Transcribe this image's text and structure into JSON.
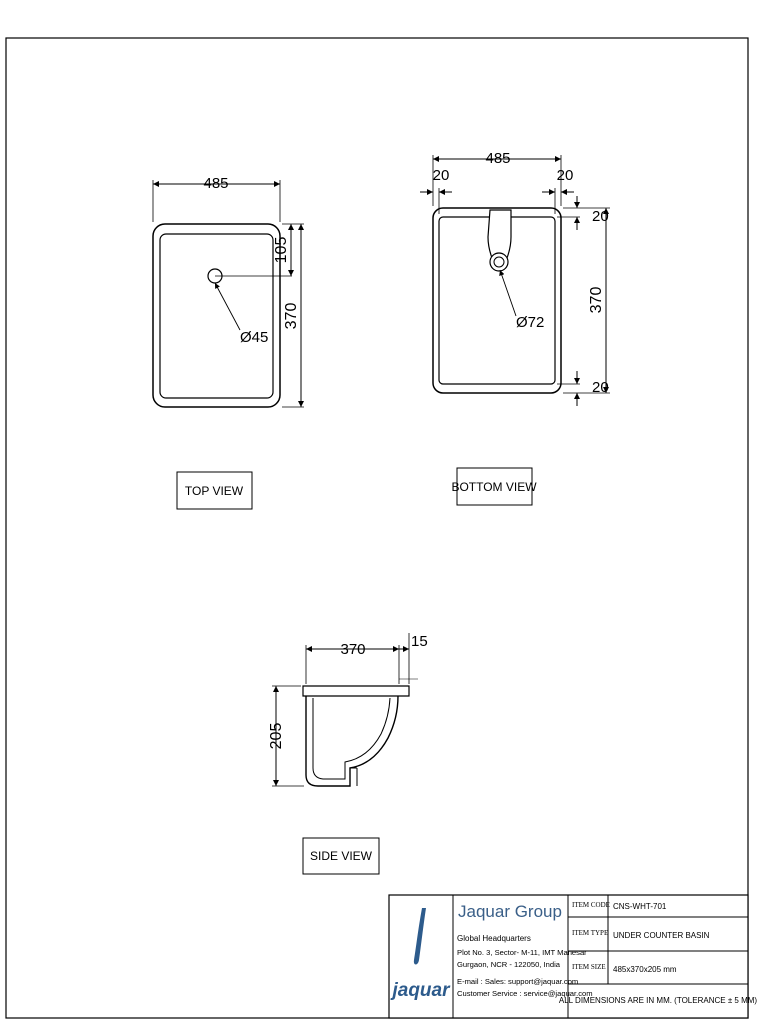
{
  "views": {
    "top": {
      "label": "TOP VIEW",
      "width_dim": "485",
      "depth_dim": "370",
      "offset_dim": "105",
      "hole_dim": "Ø45"
    },
    "bottom": {
      "label": "BOTTOM VIEW",
      "width_dim": "485",
      "depth_dim": "370",
      "left_margin_dim": "20",
      "right_margin_dim": "20",
      "top_margin_dim": "20",
      "bottom_margin_dim": "20",
      "hole_dim": "Ø72"
    },
    "side": {
      "label": "SIDE VIEW",
      "depth_dim": "370",
      "rim_dim": "15",
      "height_dim": "205"
    }
  },
  "title_block": {
    "logo_word": "jaquar",
    "company": "Jaquar  Group",
    "hq_title": "Global Headquarters",
    "address_1": "Plot No. 3, Sector- M-11, IMT Manesar",
    "address_2": "Gurgaon, NCR - 122050, India",
    "email_line": "E-mail :  Sales:  support@jaquar.com",
    "service_line": "Customer Service :  service@jaquar.com",
    "item_code_label": "ITEM CODE",
    "item_code": "CNS-WHT-701",
    "item_type_label": "ITEM TYPE",
    "item_type": "UNDER COUNTER BASIN",
    "item_size_label": "ITEM SIZE",
    "item_size": "485x370x205 mm",
    "note": "ALL DIMENSIONS ARE IN MM. (TOLERANCE ± 5 MM)"
  },
  "colors": {
    "line": "#000000",
    "brand": "#2d5b8c"
  }
}
